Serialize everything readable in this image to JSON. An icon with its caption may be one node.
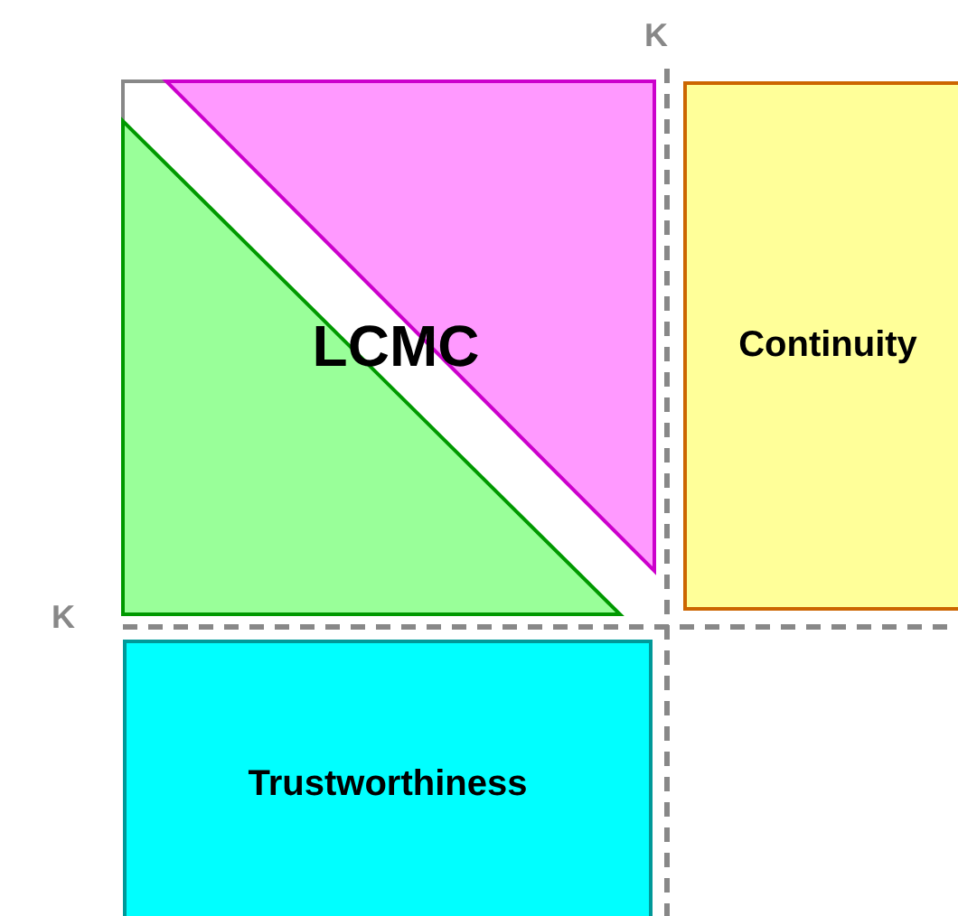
{
  "diagram": {
    "nodes": [
      {
        "text": [],
        "shape": "triangle"
      },
      {
        "text": [],
        "shape": "triangle"
      },
      {
        "text": [
          "Continuity"
        ]
      },
      {
        "text": [
          "Trustworthiness"
        ]
      }
    ],
    "labels": [
      "K",
      "LCMC",
      "K"
    ]
  }
}
